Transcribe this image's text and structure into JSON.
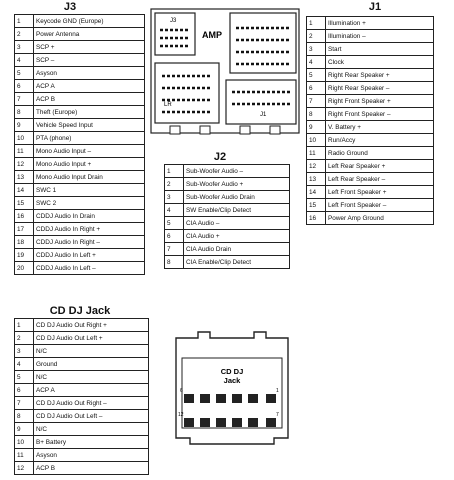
{
  "amp_diagram": {
    "label": "AMP",
    "j3": "J3",
    "j1": "J1",
    "lr": "LR"
  },
  "j3": {
    "title": "J3",
    "rows": [
      [
        "1",
        "Keycode GND (Europe)"
      ],
      [
        "2",
        "Power Antenna"
      ],
      [
        "3",
        "SCP +"
      ],
      [
        "4",
        "SCP –"
      ],
      [
        "5",
        "Asyson"
      ],
      [
        "6",
        "ACP A"
      ],
      [
        "7",
        "ACP B"
      ],
      [
        "8",
        "Theft (Europe)"
      ],
      [
        "9",
        "Vehicle Speed Input"
      ],
      [
        "10",
        "PTA (phone)"
      ],
      [
        "11",
        "Mono Audio Input –"
      ],
      [
        "12",
        "Mono Audio Input +"
      ],
      [
        "13",
        "Mono Audio Input Drain"
      ],
      [
        "14",
        "SWC 1"
      ],
      [
        "15",
        "SWC 2"
      ],
      [
        "16",
        "CDDJ Audio In Drain"
      ],
      [
        "17",
        "CDDJ Audio In Right +"
      ],
      [
        "18",
        "CDDJ Audio In Right –"
      ],
      [
        "19",
        "CDDJ Audio In Left +"
      ],
      [
        "20",
        "CDDJ Audio In Left –"
      ]
    ]
  },
  "j1": {
    "title": "J1",
    "rows": [
      [
        "1",
        "Illumination +"
      ],
      [
        "2",
        "Illumination –"
      ],
      [
        "3",
        "Start"
      ],
      [
        "4",
        "Clock"
      ],
      [
        "5",
        "Right Rear Speaker +"
      ],
      [
        "6",
        "Right Rear Speaker –"
      ],
      [
        "7",
        "Right Front Speaker +"
      ],
      [
        "8",
        "Right Front Speaker –"
      ],
      [
        "9",
        "V. Battery +"
      ],
      [
        "10",
        "Run/Accy"
      ],
      [
        "11",
        "Radio Ground"
      ],
      [
        "12",
        "Left Rear Speaker +"
      ],
      [
        "13",
        "Left Rear Speaker –"
      ],
      [
        "14",
        "Left Front Speaker +"
      ],
      [
        "15",
        "Left Front Speaker –"
      ],
      [
        "16",
        "Power Amp Ground"
      ]
    ]
  },
  "j2": {
    "title": "J2",
    "rows": [
      [
        "1",
        "Sub-Woofer Audio –"
      ],
      [
        "2",
        "Sub-Woofer Audio +"
      ],
      [
        "3",
        "Sub-Woofer Audio Drain"
      ],
      [
        "4",
        "SW Enable/Clip Detect"
      ],
      [
        "5",
        "CIA Audio –"
      ],
      [
        "6",
        "CIA Audio +"
      ],
      [
        "7",
        "CIA Audio Drain"
      ],
      [
        "8",
        "CIA Enable/Clip Detect"
      ]
    ]
  },
  "cddj": {
    "title": "CD DJ Jack",
    "rows": [
      [
        "1",
        "CD DJ Audio Out Right +"
      ],
      [
        "2",
        "CD DJ Audio Out Left +"
      ],
      [
        "3",
        "N/C"
      ],
      [
        "4",
        "Ground"
      ],
      [
        "5",
        "N/C"
      ],
      [
        "6",
        "ACP A"
      ],
      [
        "7",
        "CD DJ Audio Out Right –"
      ],
      [
        "8",
        "CD DJ Audio Out Left –"
      ],
      [
        "9",
        "N/C"
      ],
      [
        "10",
        "B+ Battery"
      ],
      [
        "11",
        "Asyson"
      ],
      [
        "12",
        "ACP B"
      ]
    ]
  },
  "connector": {
    "label_line1": "CD DJ",
    "label_line2": "Jack",
    "pin_tl": "6",
    "pin_tr": "1",
    "pin_bl": "12",
    "pin_br": "7"
  }
}
